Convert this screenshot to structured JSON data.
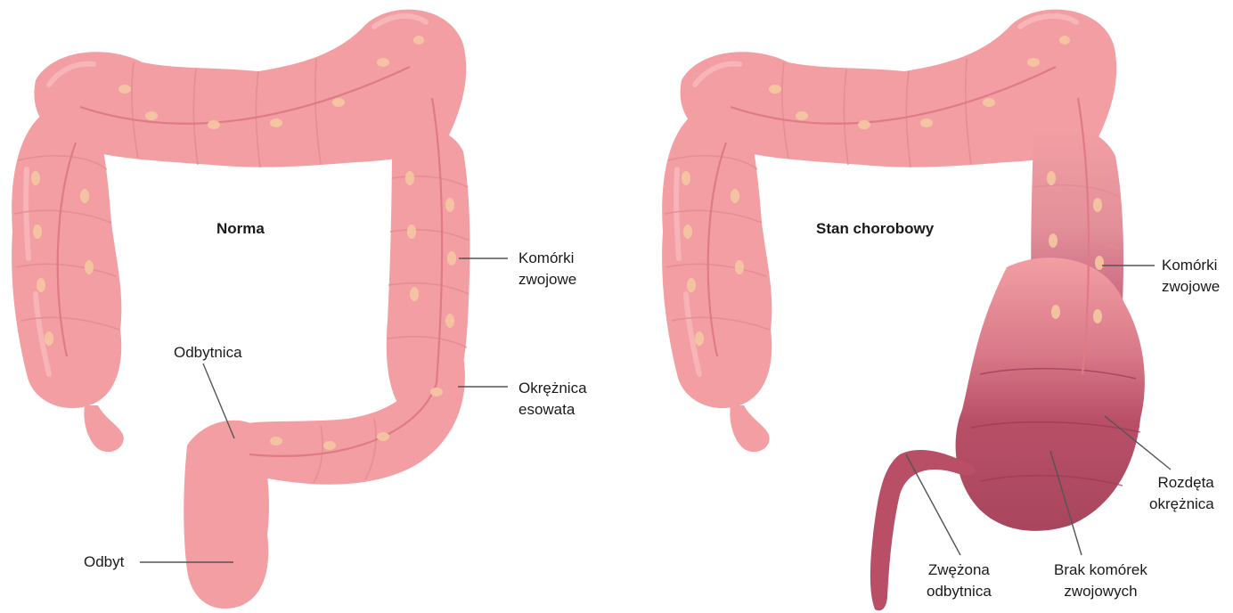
{
  "normal_panel": {
    "title": "Norma",
    "labels": {
      "rectum": "Odbytnica",
      "anus": "Odbyt",
      "ganglion_cells": [
        "Komórki",
        "zwojowe"
      ],
      "sigmoid": [
        "Okrężnica",
        "esowata"
      ]
    }
  },
  "disease_panel": {
    "title": "Stan chorobowy",
    "labels": {
      "ganglion_cells": [
        "Komórki",
        "zwojowe"
      ],
      "dilated_colon": [
        "Rozdęta",
        "okrężnica"
      ],
      "narrowed_rectum": [
        "Zwężona",
        "odbytnica"
      ],
      "no_ganglion_cells": [
        "Brak komórek",
        "zwojowych"
      ]
    }
  },
  "colors": {
    "colon_pink": "#f29ea3",
    "colon_light": "#f7b7b9",
    "colon_shadow": "#e48a92",
    "muscle_line": "#e07a86",
    "ganglion_dot": "#f5c9a2",
    "diseased": "#b84f67",
    "diseased_dark": "#a23e58",
    "leader_line": "#555555"
  }
}
